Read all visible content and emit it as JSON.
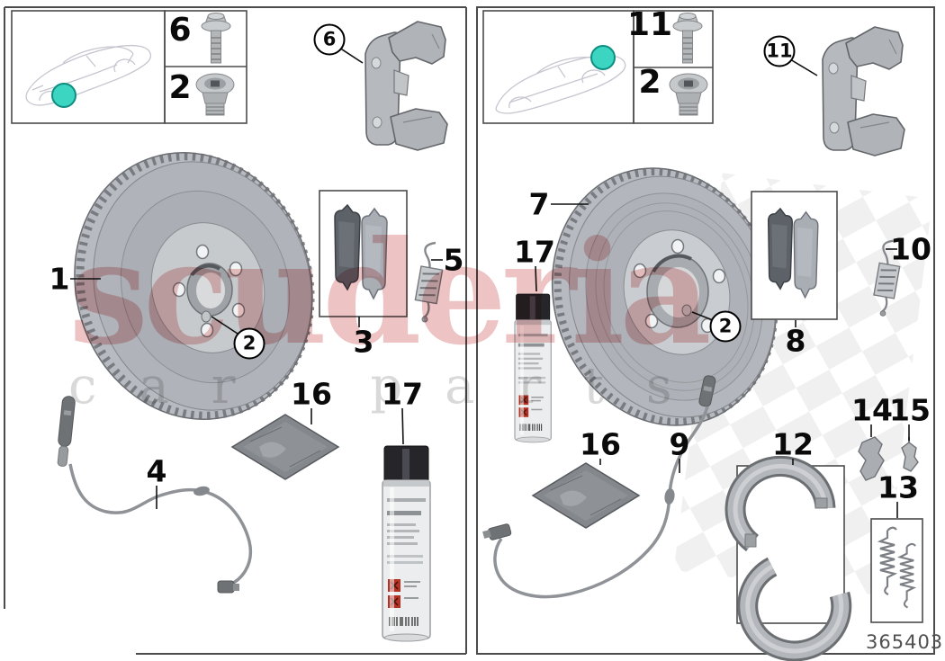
{
  "document": {
    "number": "365403"
  },
  "watermark": {
    "line1": "scuderia",
    "line2": "car parts",
    "color_primary": "#e9b4b4",
    "color_secondary": "#d9d9d9"
  },
  "colors": {
    "highlight_dot": "#3bd5c2",
    "warning_red": "#b23122",
    "line_work": "#4b4b4b"
  },
  "front": {
    "callouts": [
      "6",
      "6",
      "2",
      "1",
      "2",
      "3",
      "5",
      "4",
      "16",
      "17"
    ]
  },
  "rear": {
    "callouts": [
      "11",
      "11",
      "2",
      "7",
      "2",
      "17",
      "8",
      "10",
      "16",
      "9",
      "12",
      "14",
      "15",
      "13"
    ]
  }
}
